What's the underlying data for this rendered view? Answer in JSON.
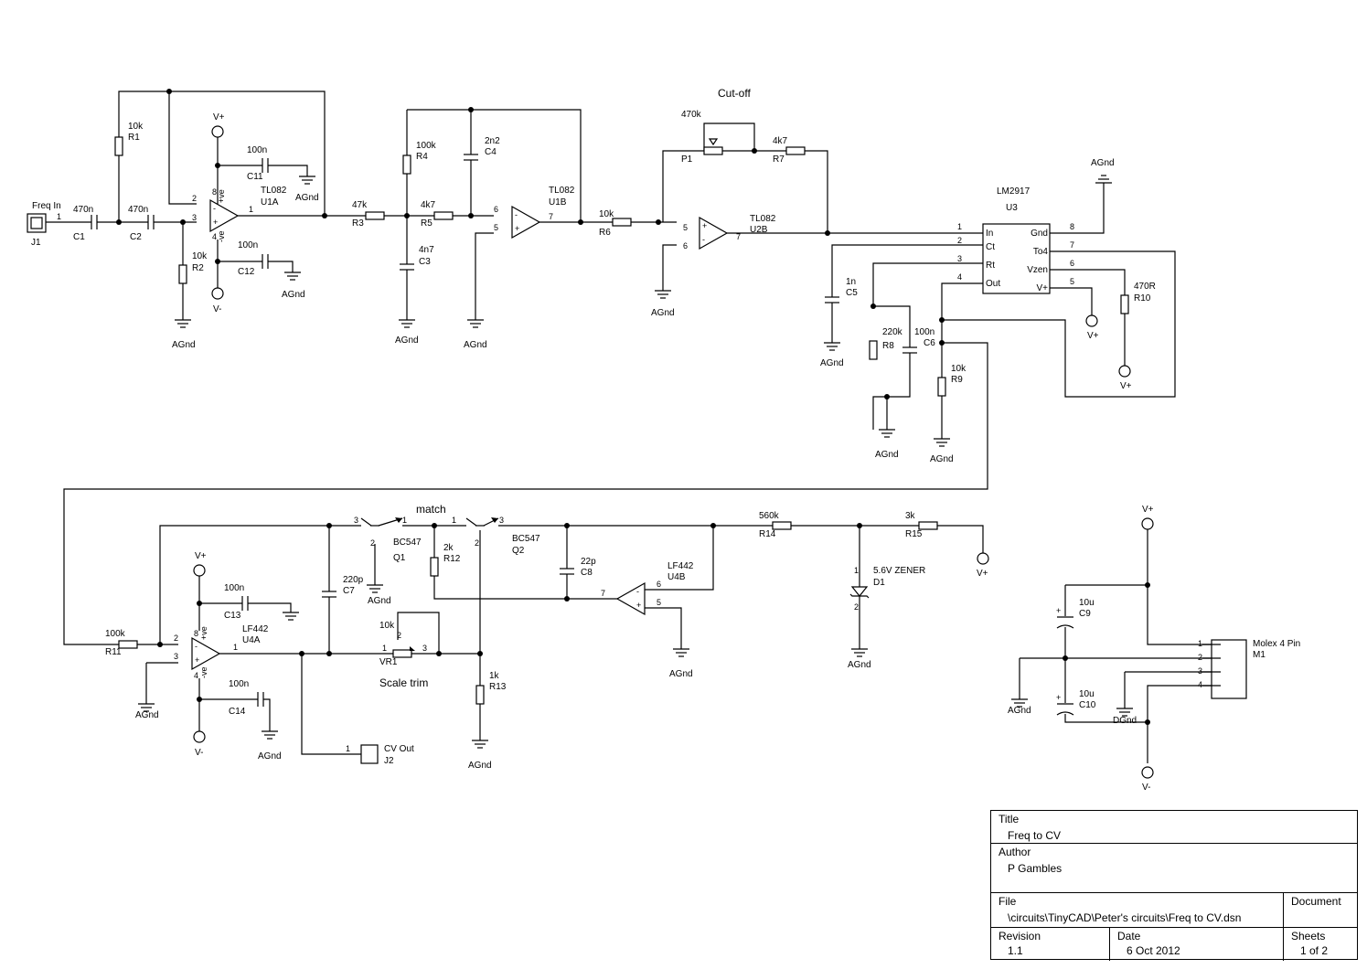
{
  "diagram": {
    "parts": {
      "J1": {
        "ref": "J1",
        "name": "Freq In"
      },
      "J2": {
        "ref": "J2",
        "name": "CV Out"
      },
      "C1": {
        "ref": "C1",
        "value": "470n"
      },
      "C2": {
        "ref": "C2",
        "value": "470n"
      },
      "R1": {
        "ref": "R1",
        "value": "10k"
      },
      "R2": {
        "ref": "R2",
        "value": "10k"
      },
      "C11": {
        "ref": "C11",
        "value": "100n"
      },
      "C12": {
        "ref": "C12",
        "value": "100n"
      },
      "U1A": {
        "ref": "U1A",
        "value": "TL082"
      },
      "R3": {
        "ref": "R3",
        "value": "47k"
      },
      "R4": {
        "ref": "R4",
        "value": "100k"
      },
      "R5": {
        "ref": "R5",
        "value": "4k7"
      },
      "C3": {
        "ref": "C3",
        "value": "4n7"
      },
      "C4": {
        "ref": "C4",
        "value": "2n2"
      },
      "U1B": {
        "ref": "U1B",
        "value": "TL082"
      },
      "R6": {
        "ref": "R6",
        "value": "10k"
      },
      "P1": {
        "ref": "P1",
        "value": "470k"
      },
      "R7": {
        "ref": "R7",
        "value": "4k7"
      },
      "U2B": {
        "ref": "U2B",
        "value": "TL082"
      },
      "U3": {
        "ref": "U3",
        "value": "LM2917"
      },
      "C5": {
        "ref": "C5",
        "value": "1n"
      },
      "R8": {
        "ref": "R8",
        "value": "220k"
      },
      "C6": {
        "ref": "C6",
        "value": "100n"
      },
      "R9": {
        "ref": "R9",
        "value": "10k"
      },
      "R10": {
        "ref": "R10",
        "value": "470R"
      },
      "R11": {
        "ref": "R11",
        "value": "100k"
      },
      "C13": {
        "ref": "C13",
        "value": "100n"
      },
      "C14": {
        "ref": "C14",
        "value": "100n"
      },
      "U4A": {
        "ref": "U4A",
        "value": "LF442"
      },
      "C7": {
        "ref": "C7",
        "value": "220p"
      },
      "Q1": {
        "ref": "Q1",
        "value": "BC547"
      },
      "Q2": {
        "ref": "Q2",
        "value": "BC547"
      },
      "R12": {
        "ref": "R12",
        "value": "2k"
      },
      "C8": {
        "ref": "C8",
        "value": "22p"
      },
      "U4B": {
        "ref": "U4B",
        "value": "LF442"
      },
      "VR1": {
        "ref": "VR1",
        "value": "10k"
      },
      "R13": {
        "ref": "R13",
        "value": "1k"
      },
      "R14": {
        "ref": "R14",
        "value": "560k"
      },
      "D1": {
        "ref": "D1",
        "value": "5.6V ZENER"
      },
      "R15": {
        "ref": "R15",
        "value": "3k"
      },
      "C9": {
        "ref": "C9",
        "value": "10u"
      },
      "C10": {
        "ref": "C10",
        "value": "10u"
      },
      "M1": {
        "ref": "M1",
        "name": "Molex 4 Pin"
      }
    },
    "annotations": {
      "cutoff": "Cut-off",
      "match": "match",
      "scale_trim": "Scale trim"
    },
    "power": {
      "vplus": "V+",
      "vminus": "V-",
      "agnd": "AGnd",
      "dgnd": "DGnd"
    },
    "opamp_supply": {
      "plus": "+ve",
      "minus": "-ve"
    },
    "u3_pins": {
      "in": "In",
      "ct": "Ct",
      "rt": "Rt",
      "out": "Out",
      "gnd": "Gnd",
      "to4": "To4",
      "vzen": "Vzen",
      "vplus": "V+"
    },
    "pins": {
      "p1": "1",
      "p2": "2",
      "p3": "3",
      "p4": "4",
      "p5": "5",
      "p6": "6",
      "p7": "7",
      "p8": "8"
    }
  },
  "title_block": {
    "title_label": "Title",
    "title": "Freq to CV",
    "author_label": "Author",
    "author": "P Gambles",
    "file_label": "File",
    "file": "\\circuits\\TinyCAD\\Peter's circuits\\Freq to CV.dsn",
    "document_label": "Document",
    "revision_label": "Revision",
    "revision": "1.1",
    "date_label": "Date",
    "date": "6 Oct 2012",
    "sheets_label": "Sheets",
    "sheets": "1 of 2"
  }
}
